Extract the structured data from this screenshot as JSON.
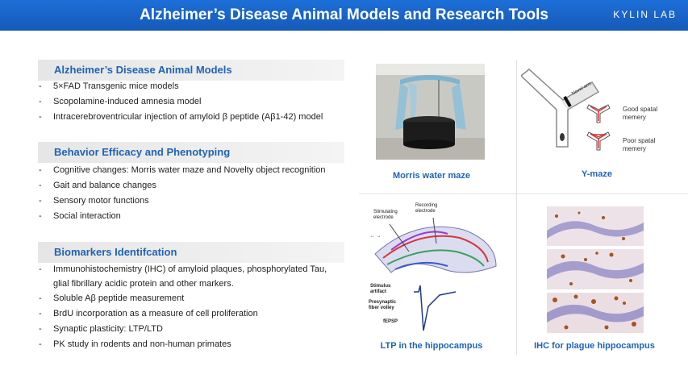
{
  "header": {
    "title": "Alzheimer’s Disease Animal Models and Research Tools",
    "logo": "KYLIN LAB"
  },
  "sections": [
    {
      "title": "Alzheimer’s Disease Animal Models",
      "items": [
        "5×FAD Transgenic mice models",
        "Scopolamine-induced amnesia model",
        "Intracerebroventricular injection of amyloid β peptide (Aβ1-42) model"
      ]
    },
    {
      "title": "Behavior Efficacy and Phenotyping",
      "items": [
        "Cognitive changes: Morris water maze and Novelty object recognition",
        "Gait and balance changes",
        "Sensory motor functions",
        "Social interaction"
      ]
    },
    {
      "title": "Biomarkers Identifcation",
      "items": [
        "Immunohistochemistry (IHC) of amyloid plaques, phosphorylated Tau,",
        "glial fibrillary acidic protein and other markers.",
        "Soluble Aβ peptide measurement",
        "BrdU incorporation as a measure of cell proliferation",
        "Synaptic plasticity: LTP/LTD",
        "PK study in rodents and non-human primates"
      ]
    }
  ],
  "panels": {
    "morris": {
      "caption": "Morris water maze"
    },
    "ymaze": {
      "caption": "Y-maze",
      "arm_label": "Novel arm",
      "good": "Good spatal memery",
      "poor": "Poor spatal memery"
    },
    "ltp": {
      "caption": "LTP in the hippocampus",
      "stim": "Stimulating electrode",
      "rec": "Recording electrode",
      "artifact": "Stimulus artifact",
      "volley": "Presynaptic fiber volley",
      "fepsp": "fEPSP"
    },
    "ihc": {
      "caption": "IHC for plague hippocampus"
    }
  },
  "colors": {
    "header": "#1a66cc",
    "accent": "#1f63b6"
  }
}
